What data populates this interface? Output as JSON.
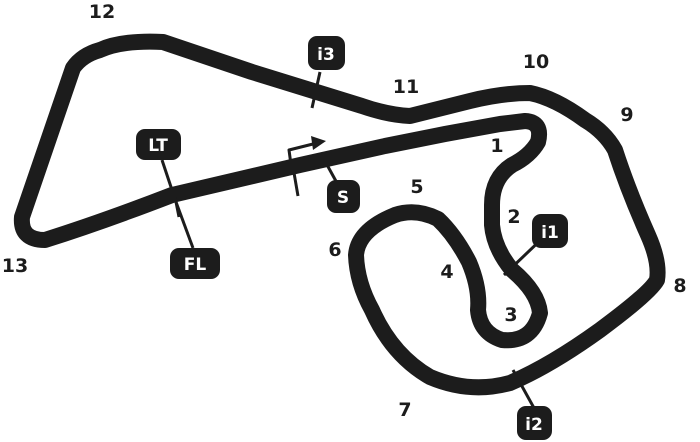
{
  "colors": {
    "track": "#1c1c1c",
    "background": "#ffffff",
    "badge_text": "#ffffff"
  },
  "turns": [
    "1",
    "2",
    "3",
    "4",
    "5",
    "6",
    "7",
    "8",
    "9",
    "10",
    "11",
    "12",
    "13"
  ],
  "markers": {
    "lt": "LT",
    "fl": "FL",
    "start": "S",
    "i1": "i1",
    "i2": "i2",
    "i3": "i3"
  },
  "direction_icon": "direction-arrow-icon"
}
